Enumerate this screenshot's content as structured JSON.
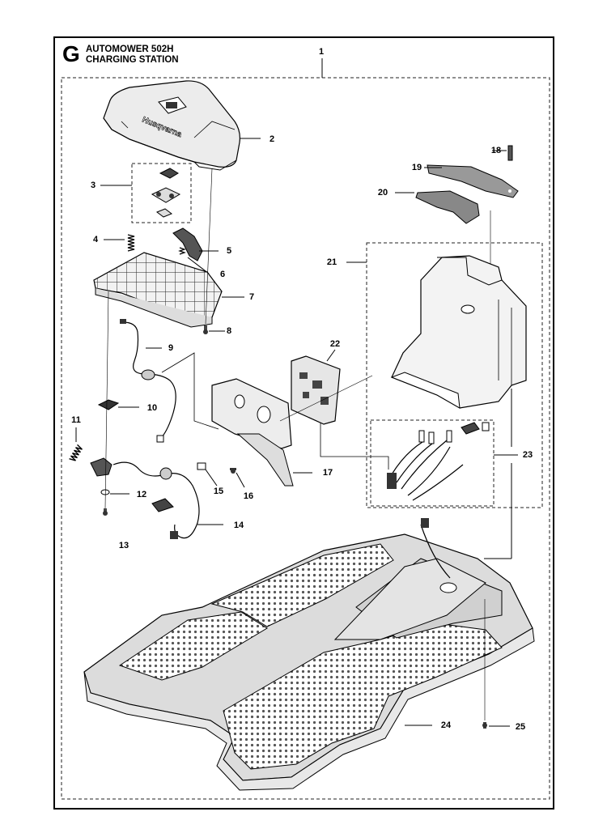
{
  "header": {
    "section_letter": "G",
    "title_line1": "AUTOMOWER 502H",
    "title_line2": "CHARGING STATION"
  },
  "callouts": {
    "c1": "1",
    "c2": "2",
    "c3": "3",
    "c4": "4",
    "c5": "5",
    "c6": "6",
    "c7": "7",
    "c8": "8",
    "c9": "9",
    "c10": "10",
    "c11": "11",
    "c12": "12",
    "c13": "13",
    "c14": "14",
    "c15": "15",
    "c16": "16",
    "c17": "17",
    "c18": "18",
    "c19": "19",
    "c20": "20",
    "c21": "21",
    "c22": "22",
    "c23": "23",
    "c24": "24",
    "c25": "25"
  },
  "logo_text": "Husqvarna"
}
